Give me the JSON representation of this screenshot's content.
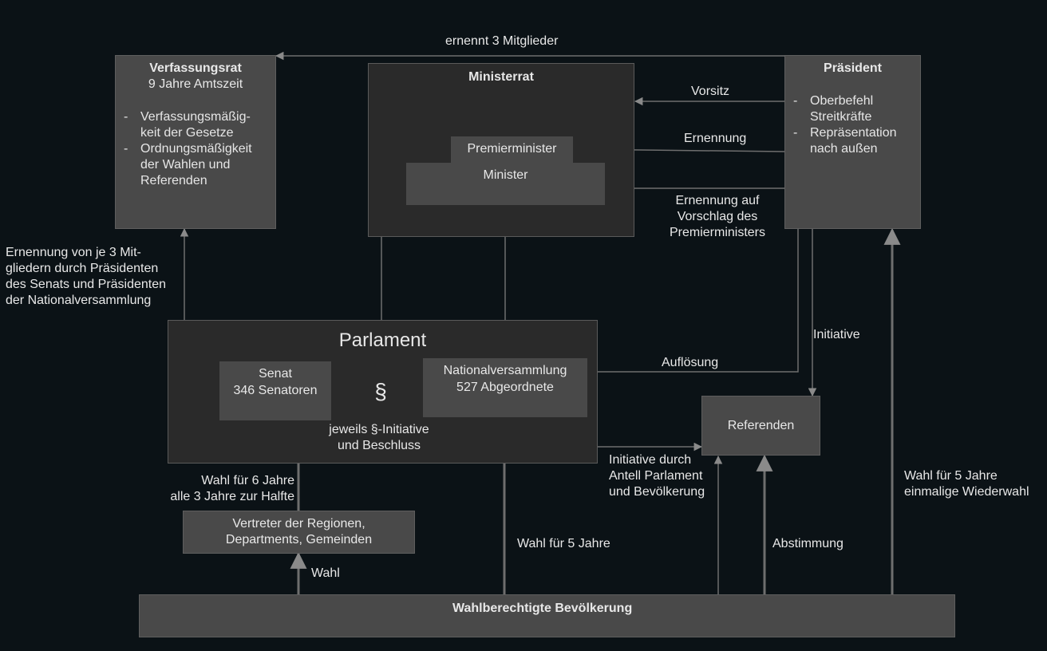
{
  "boxes": {
    "verfassungsrat": {
      "title": "Verfassungsrat",
      "subtitle": "9 Jahre Amtszeit",
      "items": [
        "Verfassungsmäßig-\nkeit der Gesetze",
        "Ordnungsmäßigkeit\nder Wahlen und\nReferenden"
      ]
    },
    "ministerrat": {
      "title": "Ministerrat"
    },
    "premierminister": {
      "label": "Premierminister"
    },
    "minister": {
      "label": "Minister"
    },
    "praesident": {
      "title": "Präsident",
      "items": [
        "Oberbefehl\nStreitkräfte",
        "Repräsentation\nnach außen"
      ]
    },
    "parlament": {
      "title": "Parlament"
    },
    "senat": {
      "line1": "Senat",
      "line2": "346 Senatoren"
    },
    "nationalversammlung": {
      "line1": "Nationalversammlung",
      "line2": "527 Abgeordnete"
    },
    "paragraph": {
      "symbol": "§"
    },
    "referenden": {
      "label": "Referenden"
    },
    "vertreter": {
      "line1": "Vertreter der Regionen,",
      "line2": "Departments, Gemeinden"
    },
    "bevoelkerung": {
      "label": "Wahlberechtigte Bevölkerung"
    }
  },
  "labels": {
    "ernennt": "ernennt 3 Mitglieder",
    "vorsitz": "Vorsitz",
    "ernennung": "Ernennung",
    "ernennung_vorschlag": "Ernennung auf\nVorschlag des\nPremierministers",
    "ernennung_mitglieder": "Ernennung von je 3 Mit-\ngliedern durch Präsidenten\ndes Senats und Präsidenten\nder Nationalversammlung",
    "initiative": "Initiative",
    "aufloesung": "Auflösung",
    "jeweils": "jeweils §-Initiative\nund Beschluss",
    "initiative_durch": "Initiative durch\nAntell Parlament\nund Bevölkerung",
    "wahl_6": "Wahl für 6 Jahre\nalle 3 Jahre zur Halfte",
    "wahl": "Wahl",
    "wahl_5": "Wahl für 5 Jahre",
    "abstimmung": "Abstimmung",
    "wahl_5_wiederwahl": "Wahl für 5 Jahre\neinmalige Wiederwahl"
  }
}
